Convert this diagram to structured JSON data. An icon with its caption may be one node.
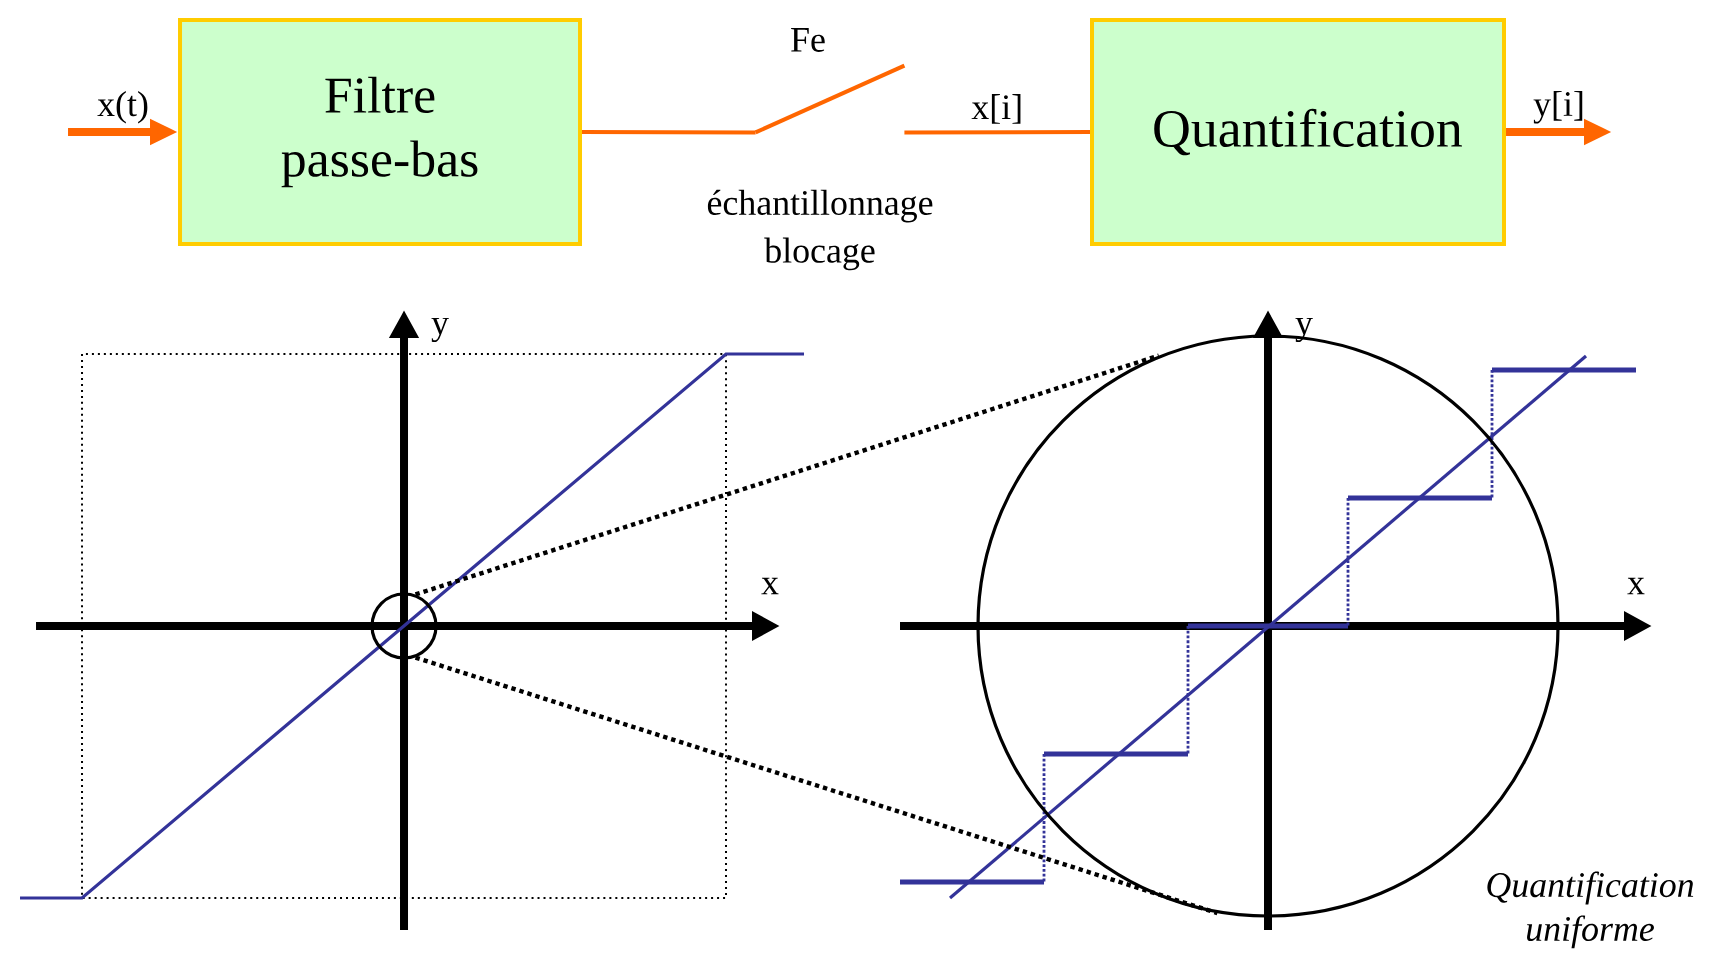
{
  "diagram": {
    "nodes": [
      {
        "text": [
          "Filtre passe-bas"
        ]
      },
      {
        "text": [
          "Quantification"
        ]
      },
      {
        "text": [],
        "shape": "switch",
        "beside": [
          "Fe",
          "échantillonnage blocage"
        ]
      },
      {
        "text": [],
        "shape": "circle"
      },
      {
        "text": [],
        "shape": "circle"
      }
    ],
    "edges": [
      {
        "from": null,
        "to": 0,
        "arrow": "to",
        "label": "x(t)",
        "style": "thick"
      },
      {
        "from": 0,
        "to": 2,
        "arrow": "none"
      },
      {
        "from": 2,
        "to": 1,
        "arrow": "none",
        "label": "x[i]"
      },
      {
        "from": 1,
        "to": null,
        "arrow": "to",
        "label": "y[i]",
        "style": "thick"
      },
      {
        "from": 3,
        "to": 4,
        "arrow": "none",
        "style": "dashed",
        "color": "#000000"
      },
      {
        "from": 3,
        "to": 4,
        "arrow": "none",
        "style": "dashed",
        "color": "#000000"
      }
    ],
    "labels": [
      "y",
      "x",
      "y",
      "x",
      "Quantification uniforme"
    ]
  }
}
